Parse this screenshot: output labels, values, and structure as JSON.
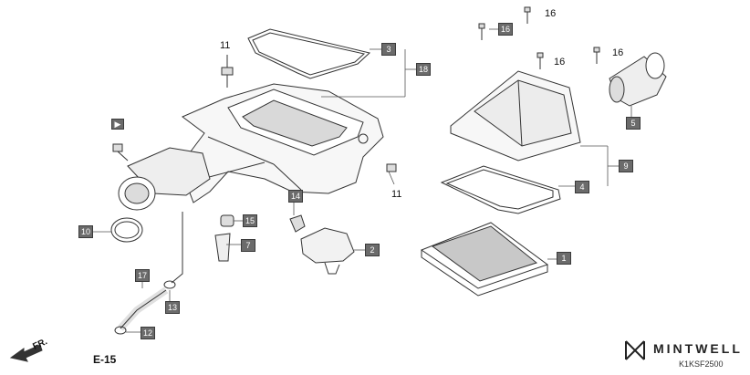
{
  "callouts": {
    "c1": "1",
    "c2": "2",
    "c3": "3",
    "c4": "4",
    "c5": "5",
    "c7": "7",
    "c9": "9",
    "c10": "10",
    "c12": "12",
    "c13": "13",
    "c14": "14",
    "c15": "15",
    "c16a": "16",
    "c17": "17",
    "c18": "18"
  },
  "plain_labels": {
    "l11a": "11",
    "l11b": "11",
    "l16a": "16",
    "l16b": "16",
    "l16c": "16"
  },
  "reference": "E-15",
  "front_mark": "FR.",
  "brand": "MINTWELL",
  "part_code": "K1KSF2500",
  "colors": {
    "callout_bg": "#6b6b6b",
    "line": "#333333",
    "filter_mesh": "#c8c8c8"
  }
}
